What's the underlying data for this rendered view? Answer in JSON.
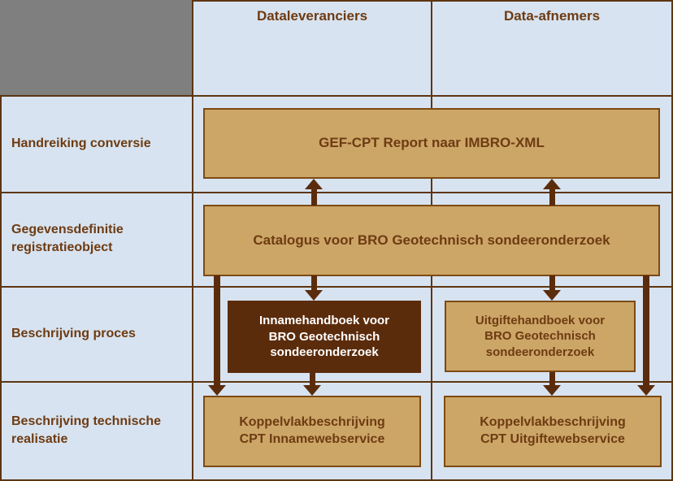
{
  "colors": {
    "background_blue": "#d7e3f0",
    "grid_line_brown": "#5e3511",
    "corner_gray": "#7f7f7f",
    "box_fill_tan": "#cca667",
    "box_border_brown": "#7d4a13",
    "text_brown": "#6e3b12",
    "highlight_box_brown": "#5b2c0c",
    "highlight_text_white": "#ffffff",
    "arrow_brown": "#5b2c0c"
  },
  "columns": [
    {
      "label": "Dataleveranciers"
    },
    {
      "label": "Data-afnemers"
    }
  ],
  "rows": [
    {
      "label": "Handreiking conversie"
    },
    {
      "label": "Gegevensdefinitie\nregistratieobject"
    },
    {
      "label": "Beschrijving proces"
    },
    {
      "label": "Beschrijving technische\nrealisatie"
    }
  ],
  "boxes": {
    "gef_cpt": {
      "label": "GEF-CPT Report naar IMBRO-XML"
    },
    "catalogus": {
      "label": "Catalogus voor BRO Geotechnisch sondeeronderzoek"
    },
    "innamehandboek": {
      "label": "Innamehandboek voor\nBRO Geotechnisch\nsondeeronderzoek",
      "highlighted": true
    },
    "uitgiftehandboek": {
      "label": "Uitgiftehandboek voor\nBRO Geotechnisch\nsondeeronderzoek"
    },
    "koppelvlak_inname": {
      "label": "Koppelvlakbeschrijving\nCPT Innamewebservice"
    },
    "koppelvlak_uitgifte": {
      "label": "Koppelvlakbeschrijving\nCPT Uitgiftewebservice"
    }
  }
}
